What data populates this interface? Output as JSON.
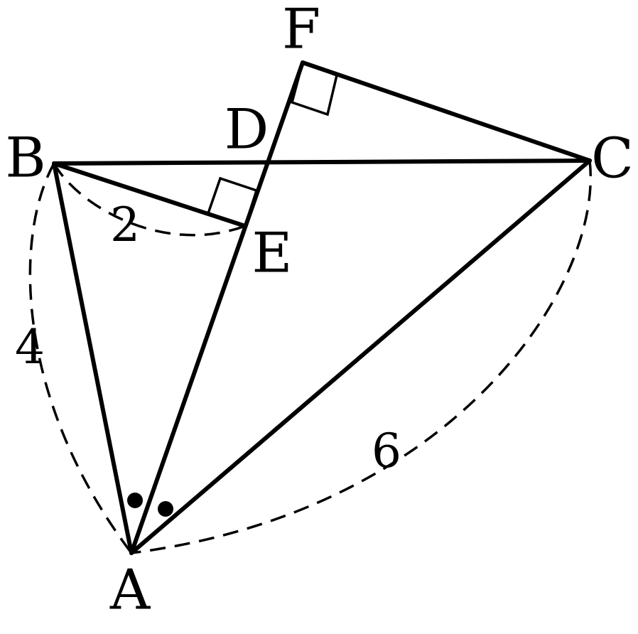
{
  "points": {
    "A": "A",
    "B": "B",
    "C": "C",
    "D": "D",
    "E": "E",
    "F": "F"
  },
  "measures": {
    "BE": "2",
    "AB": "4",
    "AC": "6"
  }
}
